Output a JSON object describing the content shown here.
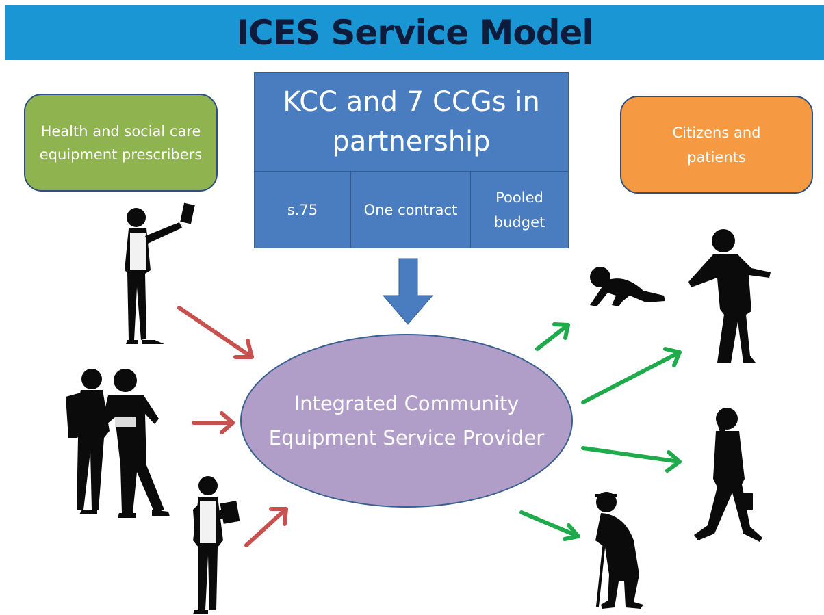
{
  "header": {
    "title": "ICES Service Model"
  },
  "prescribers": {
    "label": "Health and social care equipment prescribers"
  },
  "citizens": {
    "label": "Citizens and patients"
  },
  "partnership": {
    "title": "KCC and 7 CCGs in partnership",
    "cells": [
      "s.75",
      "One contract",
      "Pooled budget"
    ]
  },
  "provider": {
    "label": "Integrated Community Equipment Service Provider"
  },
  "colors": {
    "banner": "#1b96d4",
    "prescribers": "#8fb44f",
    "citizens": "#f59a43",
    "partnership": "#4a7dbf",
    "provider": "#b09ec9",
    "inbound_arrow": "#c8504e",
    "outbound_arrow": "#1fab4b"
  },
  "icons": {
    "left_figures": [
      "woman-with-tablet-icon",
      "couple-with-clipboard-icon",
      "nurse-with-clipboard-icon"
    ],
    "right_figures": [
      "crawling-baby-icon",
      "running-child-icon",
      "walking-man-with-phone-icon",
      "elderly-man-with-cane-icon"
    ]
  }
}
